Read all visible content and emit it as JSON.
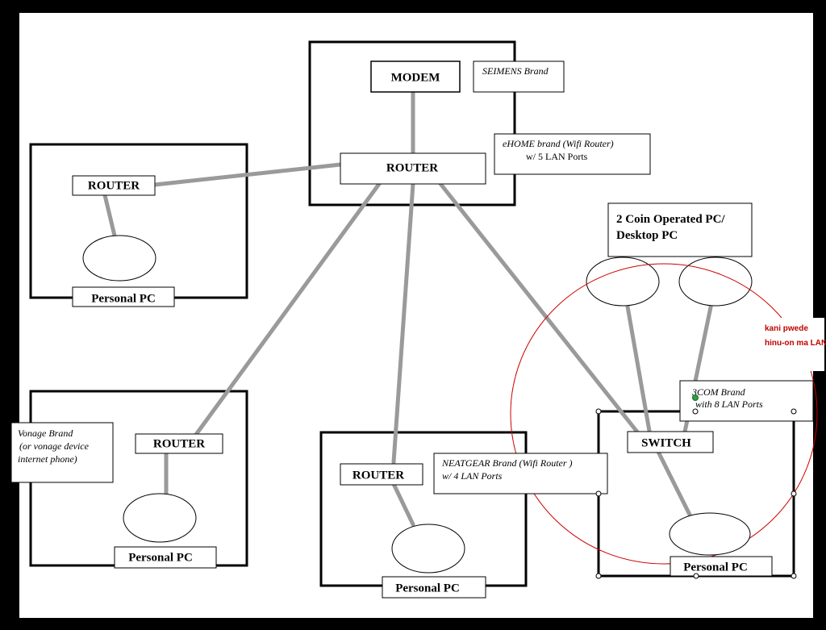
{
  "devices": {
    "main_modem": "MODEM",
    "main_router": "ROUTER",
    "left_router": "ROUTER",
    "vonage_router": "ROUTER",
    "neatgear_router": "ROUTER",
    "switch": "SWITCH"
  },
  "pc_labels": {
    "left": "Personal PC",
    "vonage": "Personal PC",
    "neatgear": "Personal PC",
    "switch": "Personal PC"
  },
  "notes": {
    "seimens": "SEIMENS Brand",
    "ehome_line1": "eHOME brand (Wifi Router)",
    "ehome_line2": "w/ 5 LAN Ports",
    "coin_line1": "2 Coin Operated PC/",
    "coin_line2": "Desktop PC",
    "vonage_line1": "Vonage Brand",
    "vonage_line2": "(or vonage device",
    "vonage_line3": "internet phone)",
    "neatgear_line1": "NEATGEAR Brand (Wifi Router )",
    "neatgear_line2": "w/ 4 LAN Ports",
    "threecom_line1": "3COM Brand",
    "threecom_line2": "with 8 LAN Ports",
    "red_line1": "kani pwede",
    "red_line2": "hinu-on ma LAN"
  },
  "colors": {
    "background": "#000000",
    "paper": "#ffffff",
    "connection": "#9a9a9a",
    "highlight_circle": "#cc0000",
    "red_text": "#c00000",
    "selection_dot": "#2e9e3e"
  }
}
